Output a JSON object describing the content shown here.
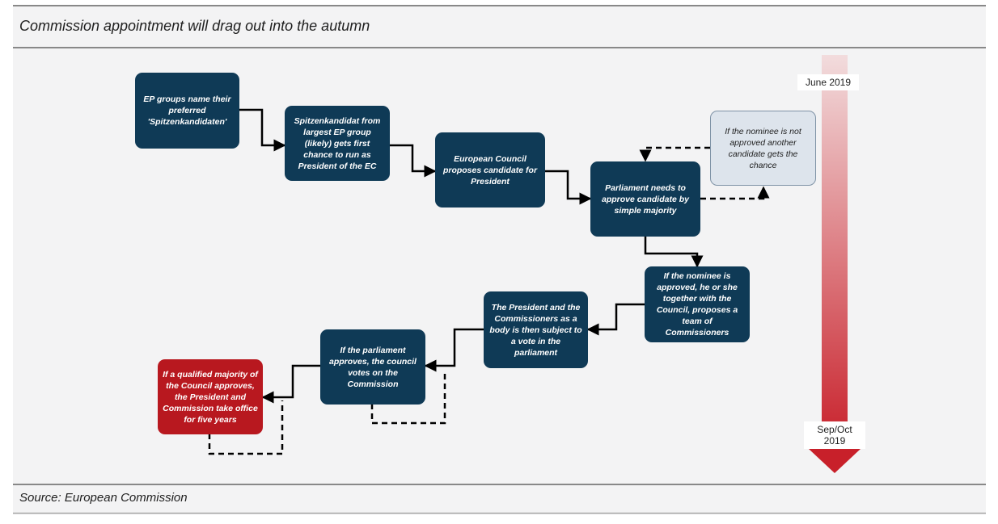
{
  "header": {
    "title": "Commission appointment will drag out into the autumn"
  },
  "footer": {
    "source": "Source: European Commission"
  },
  "flow": {
    "step1": "EP groups name their preferred 'Spitzenkandidaten'",
    "step2": "Spitzenkandidat from largest EP group (likely) gets first chance to run as President of the EC",
    "step3": "European Council proposes candidate for President",
    "step4": "Parliament needs to approve candidate by simple majority",
    "rejected": "If the nominee is not approved another candidate gets the chance",
    "step5": "If the nominee is approved, he or she together with the Council, proposes a team of Commissioners",
    "step6": "The President and the Commissioners as a body is then subject to a vote in the parliament",
    "step7": "If the parliament approves, the council votes on the Commission",
    "step8": "If a qualified majority of the Council approves, the President and Commission take office for five years"
  },
  "timeline": {
    "start_label": "June 2019",
    "end_label": "Sep/Oct 2019",
    "colors": {
      "start": "#f2dcdd",
      "end": "#c8202a"
    }
  }
}
